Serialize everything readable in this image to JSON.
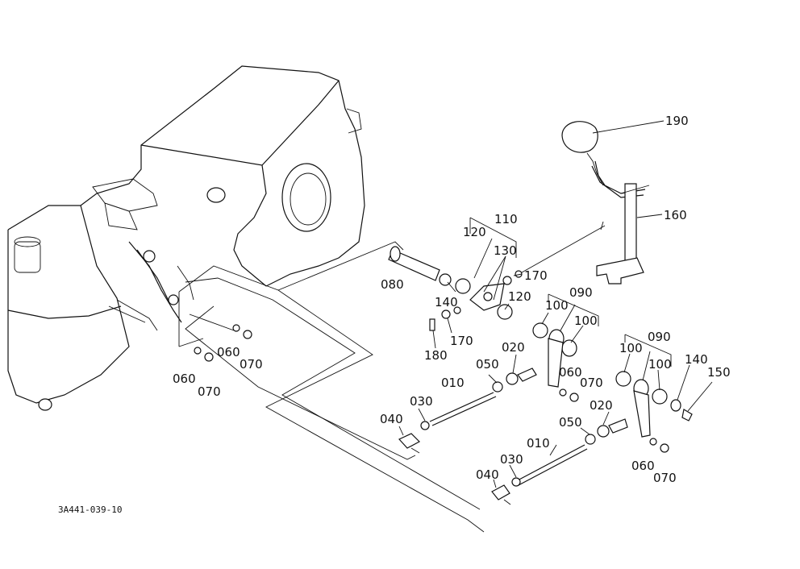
{
  "callouts": {
    "p010a": "010",
    "p010b": "010",
    "p020a": "020",
    "p020b": "020",
    "p030a": "030",
    "p030b": "030",
    "p040a": "040",
    "p040b": "040",
    "p050a": "050",
    "p050b": "050",
    "p060a": "060",
    "p060b": "060",
    "p060c": "060",
    "p060d": "060",
    "p070a": "070",
    "p070b": "070",
    "p070c": "070",
    "p070d": "070",
    "p080": "080",
    "p090a": "090",
    "p090b": "090",
    "p100a": "100",
    "p100b": "100",
    "p100c": "100",
    "p100d": "100",
    "p110": "110",
    "p120a": "120",
    "p120b": "120",
    "p130": "130",
    "p140a": "140",
    "p140b": "140",
    "p150": "150",
    "p160": "160",
    "p170a": "170",
    "p170b": "170",
    "p180": "180",
    "p190": "190"
  },
  "figure_code": "3A441-039-10"
}
